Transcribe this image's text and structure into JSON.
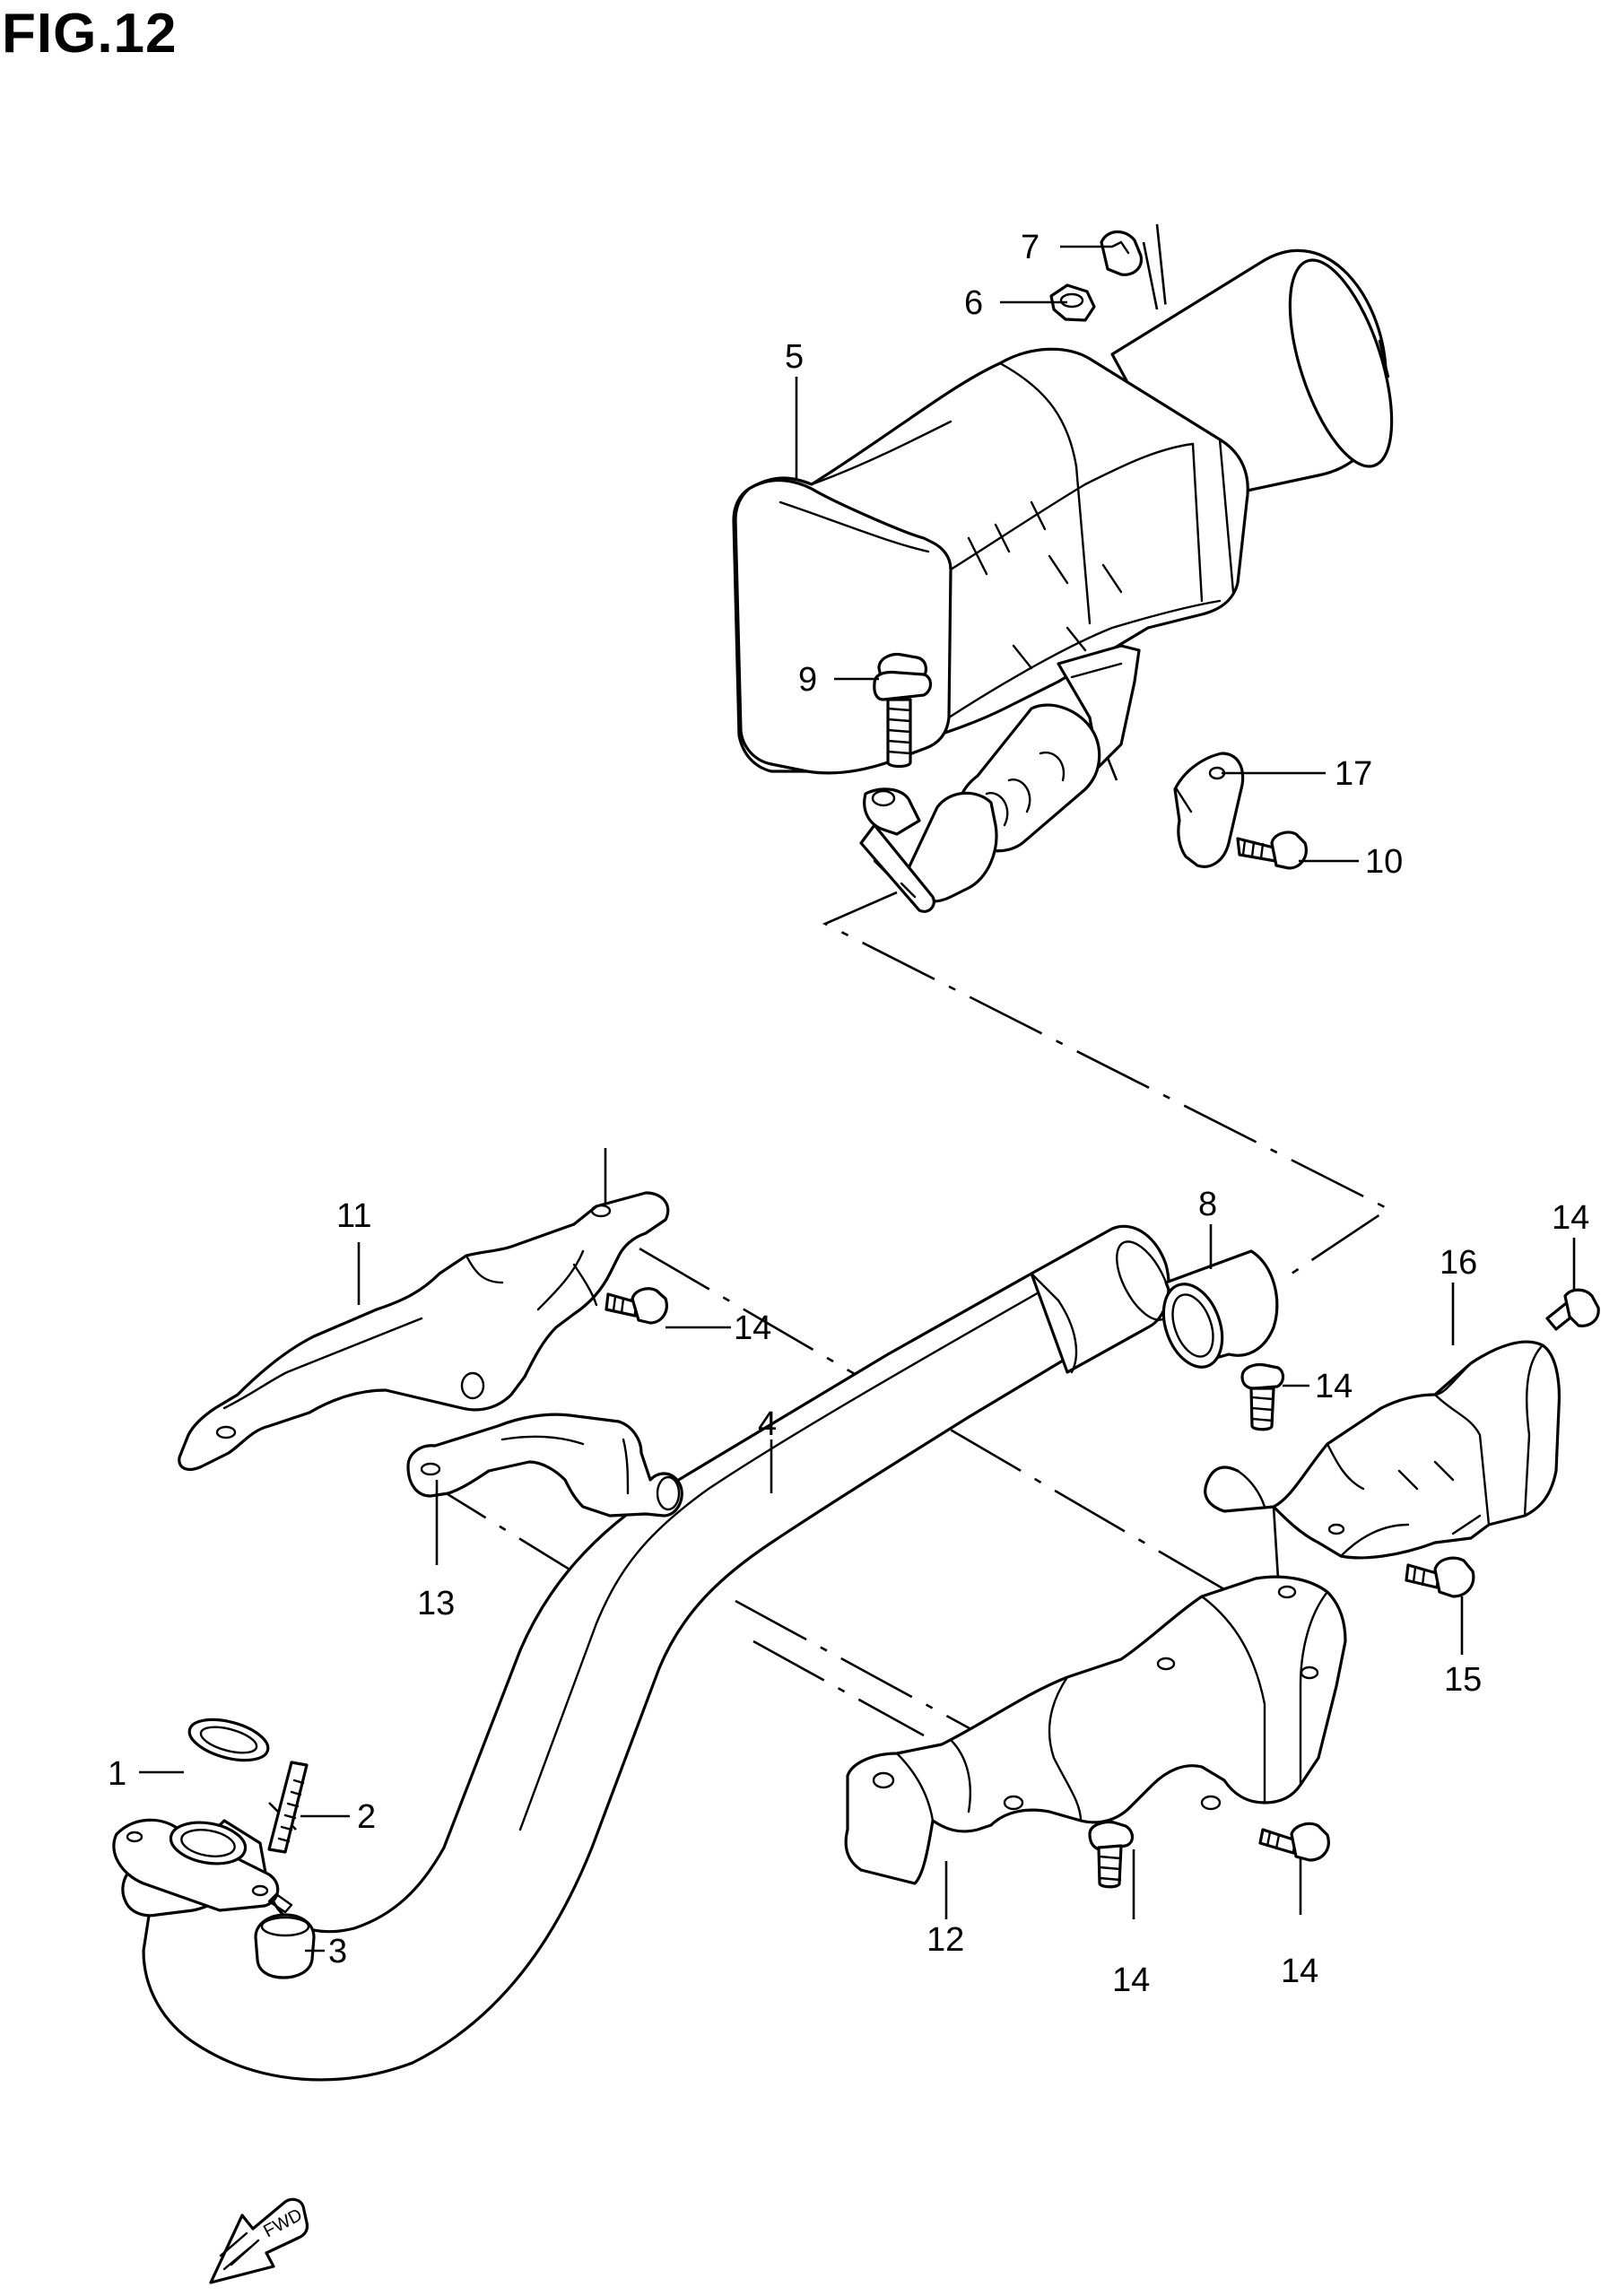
{
  "figure": {
    "title": "FIG.12"
  },
  "callouts": [
    {
      "id": "c1",
      "text": "1",
      "part": "gasket"
    },
    {
      "id": "c2",
      "text": "2",
      "part": "stud"
    },
    {
      "id": "c3",
      "text": "3",
      "part": "nut"
    },
    {
      "id": "c4",
      "text": "4",
      "part": "exhaust-pipe"
    },
    {
      "id": "c5",
      "text": "5",
      "part": "muffler"
    },
    {
      "id": "c6",
      "text": "6",
      "part": "nut"
    },
    {
      "id": "c7",
      "text": "7",
      "part": "washer"
    },
    {
      "id": "c8",
      "text": "8",
      "part": "connector-gasket"
    },
    {
      "id": "c9",
      "text": "9",
      "part": "bolt"
    },
    {
      "id": "c10",
      "text": "10",
      "part": "bolt"
    },
    {
      "id": "c11",
      "text": "11",
      "part": "bracket"
    },
    {
      "id": "c12",
      "text": "12",
      "part": "heat-cover"
    },
    {
      "id": "c13",
      "text": "13",
      "part": "bracket"
    },
    {
      "id": "c14a",
      "text": "14",
      "part": "screw"
    },
    {
      "id": "c14b",
      "text": "14",
      "part": "screw"
    },
    {
      "id": "c14c",
      "text": "14",
      "part": "screw"
    },
    {
      "id": "c14d",
      "text": "14",
      "part": "screw"
    },
    {
      "id": "c14e",
      "text": "14",
      "part": "screw"
    },
    {
      "id": "c15",
      "text": "15",
      "part": "bolt"
    },
    {
      "id": "c16",
      "text": "16",
      "part": "muffler-protector"
    },
    {
      "id": "c17",
      "text": "17",
      "part": "clamp-bracket"
    }
  ],
  "direction_marker": {
    "text": "FWD"
  }
}
